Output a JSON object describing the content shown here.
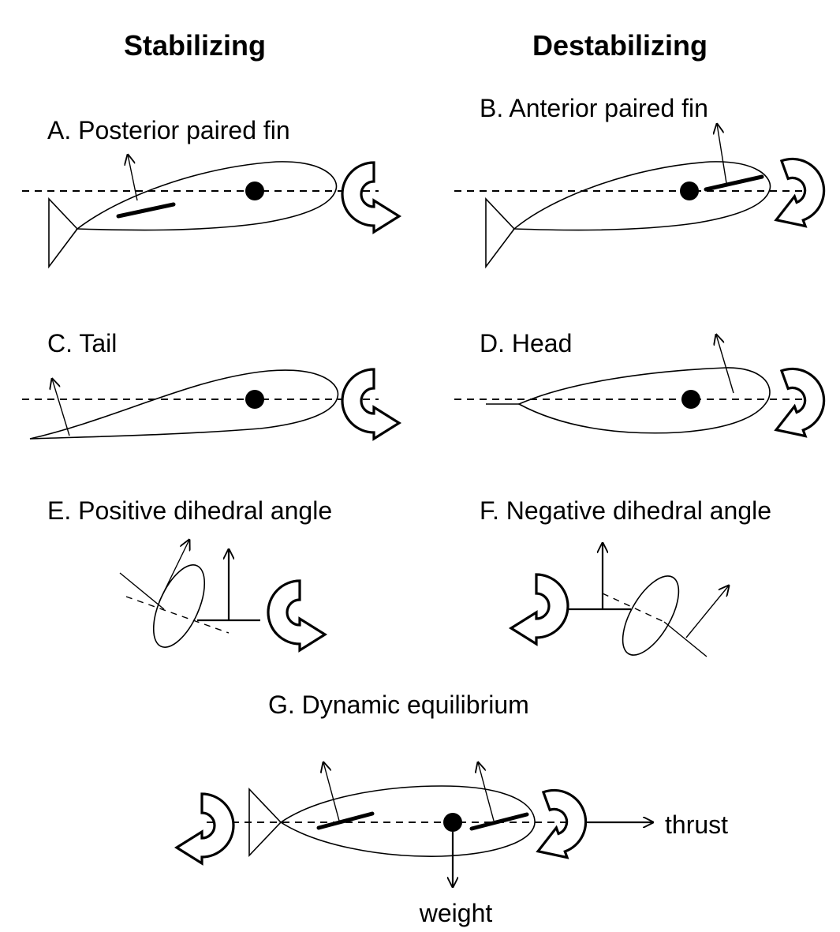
{
  "headers": {
    "left": "Stabilizing",
    "right": "Destabilizing"
  },
  "panels": {
    "a": "A.  Posterior paired fin",
    "b": "B.  Anterior paired fin",
    "c": "C.  Tail",
    "d": "D.  Head",
    "e": "E.  Positive dihedral angle",
    "f": "F.  Negative dihedral angle",
    "g": "G.  Dynamic equilibrium"
  },
  "forces": {
    "thrust": "thrust",
    "weight": "weight"
  },
  "colors": {
    "ink": "#000000",
    "background": "#ffffff"
  },
  "icons": [
    "rotation-arrow-icon",
    "center-of-mass-dot",
    "force-arrow"
  ]
}
